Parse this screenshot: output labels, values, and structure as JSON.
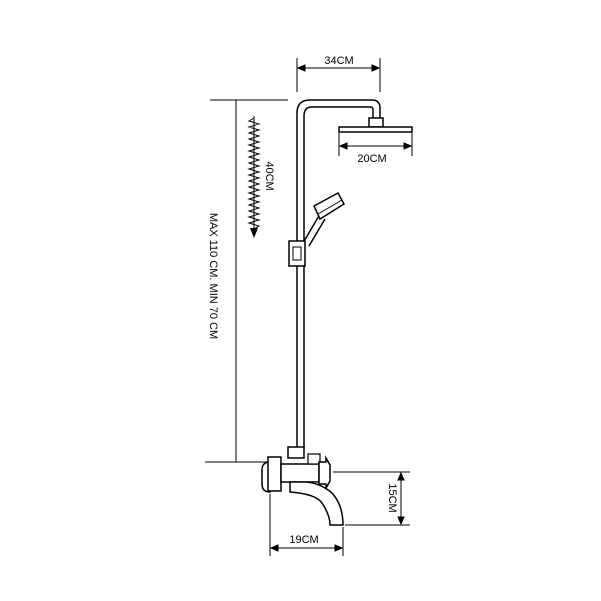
{
  "labels": {
    "head_reach": "34CM",
    "head_diameter": "20CM",
    "slide_travel": "40CM",
    "column_height": "MAX 110 CM. MIN 70 CM",
    "spout_height": "15CM",
    "spout_reach": "19CM"
  },
  "colors": {
    "line": "#000000",
    "background": "#ffffff"
  }
}
